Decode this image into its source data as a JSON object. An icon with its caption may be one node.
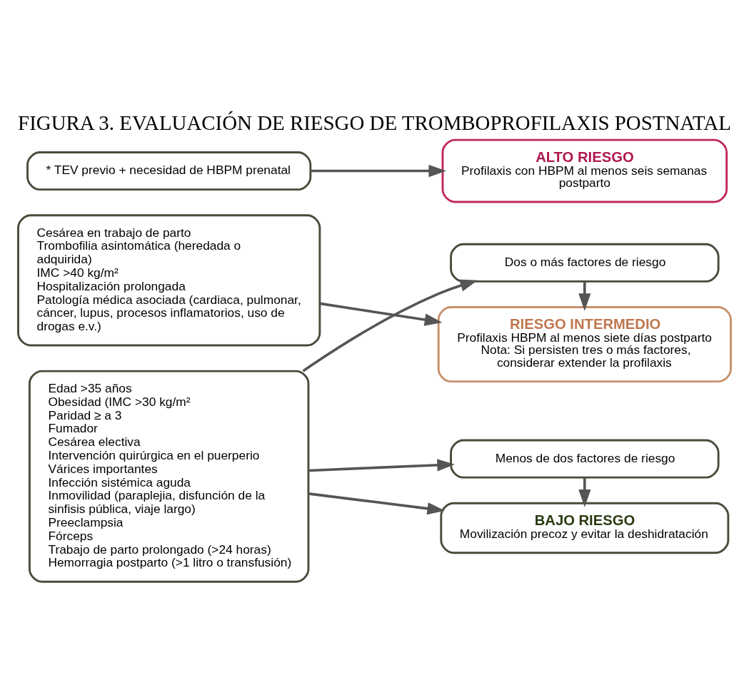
{
  "diagram": {
    "title": "FIGURA 3. EVALUACIÓN DE RIESGO DE TROMBOPROFILAXIS POSTNATAL",
    "nodes": [
      {
        "text": [
          "* TEV previo + necesidad de HBPM prenatal"
        ]
      },
      {
        "text": [
          "ALTO RIESGO",
          "Profilaxis con HBPM al menos seis semanas postparto"
        ]
      },
      {
        "text": [
          "Cesárea en trabajo de parto",
          "Trombofilia asintomática (heredada o adquirida)",
          "IMC >40 kg/m²",
          "Hospitalización prolongada",
          "Patología médica asociada (cardiaca, pulmonar, cáncer, lupus, procesos inflamatorios, uso de drogas e.v.)"
        ]
      },
      {
        "text": [
          "RIESGO INTERMEDIO",
          "Profilaxis HBPM al menos siete días postparto",
          "Nota: Si persisten tres o más factores, considerar extender la profilaxis"
        ]
      },
      {
        "text": [
          "Edad >35 años",
          "Obesidad (IMC >30 kg/m²",
          "Paridad ≥ a 3",
          "Fumador",
          "Cesárea electiva",
          "Intervención quirúrgica en el puerperio",
          "Várices importantes",
          "Infección sistémica aguda",
          "Inmovilidad (paraplejia, disfunción de la sinfisis pública, viaje largo)",
          "Preeclampsia",
          "Fórceps",
          "Trabajo de parto prolongado (>24 horas)",
          "Hemorragia postparto (>1 litro o transfusión)"
        ]
      },
      {
        "text": [
          "Dos o más factores de riesgo"
        ]
      },
      {
        "text": [
          "Menos de dos factores de riesgo"
        ]
      },
      {
        "text": [
          "BAJO RIESGO",
          "Movilización precoz y evitar la deshidratación"
        ]
      }
    ],
    "edges": [
      {
        "from": 0,
        "to": 1,
        "arrow": "to"
      },
      {
        "from": 2,
        "to": 3,
        "arrow": "to"
      },
      {
        "from": 4,
        "to": 5,
        "arrow": "to"
      },
      {
        "from": 4,
        "to": 6,
        "arrow": "to"
      },
      {
        "from": 4,
        "to": 7,
        "arrow": "to"
      },
      {
        "from": 5,
        "to": 3,
        "arrow": "to"
      },
      {
        "from": 6,
        "to": 7,
        "arrow": "to"
      }
    ]
  }
}
